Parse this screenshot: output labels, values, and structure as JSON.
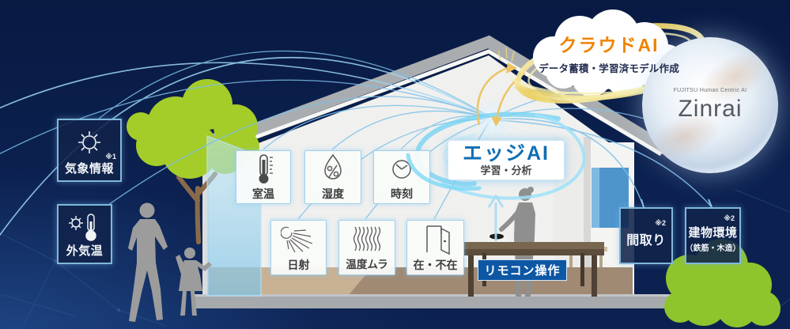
{
  "diagram": {
    "cloud_ai": {
      "title": "クラウドAI",
      "subtitle": "データ蓄積・学習済モデル作成"
    },
    "zinrai": {
      "brand": "FUJITSU Human Centric AI",
      "product": "Zinrai"
    },
    "edge_ai": {
      "title": "エッジAI",
      "subtitle": "学習・分析"
    },
    "remote_control": {
      "label": "リモコン操作"
    },
    "outdoor_inputs": [
      {
        "label": "気象情報",
        "note": "※1",
        "icon": "sun-icon"
      },
      {
        "label": "外気温",
        "icon": "sun-thermometer-icon"
      }
    ],
    "indoor_sensors": [
      {
        "label": "室温",
        "icon": "thermometer-icon"
      },
      {
        "label": "湿度",
        "icon": "humidity-icon"
      },
      {
        "label": "時刻",
        "icon": "clock-icon"
      },
      {
        "label": "日射",
        "icon": "sunshine-icon"
      },
      {
        "label": "温度ムラ",
        "icon": "temperature-variation-icon"
      },
      {
        "label": "在・不在",
        "icon": "door-presence-icon"
      }
    ],
    "building_inputs": [
      {
        "label": "間取り",
        "note": "※2"
      },
      {
        "label": "建物環境",
        "sub": "（鉄筋・木造）",
        "note": "※2"
      }
    ],
    "colors": {
      "background_navy": "#0c2150",
      "arc_blue": "#7cc0ea",
      "cloud_ai_orange": "#f08300",
      "edge_ai_blue": "#0f6db5",
      "gold_ring": "#e8d06a",
      "tree_green": "#a5cd2a",
      "remote_bg_blue": "#0d57a5"
    }
  }
}
